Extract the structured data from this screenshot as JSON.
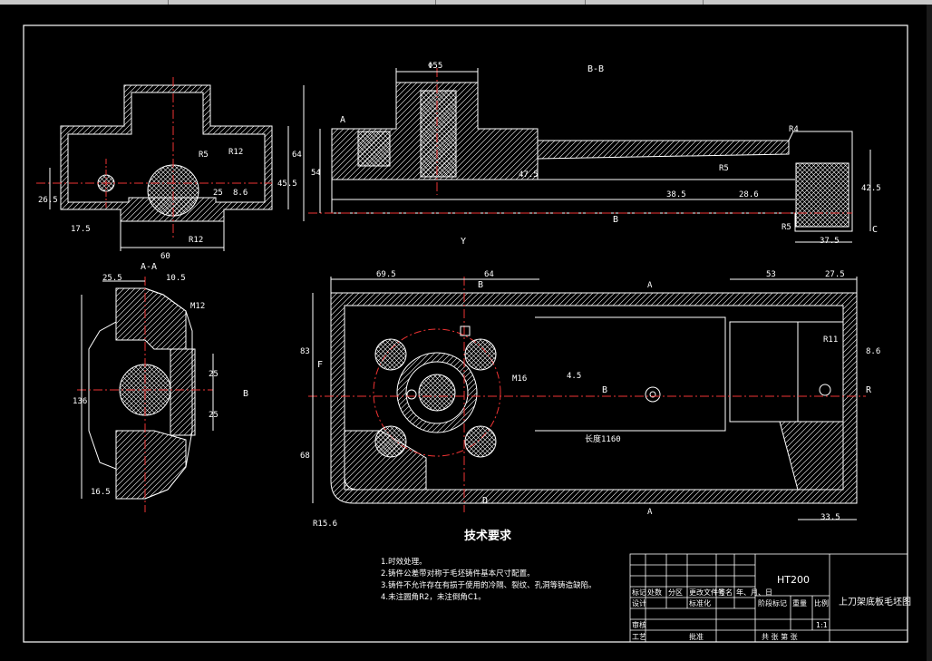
{
  "views": {
    "section_aa": {
      "label": "A-A",
      "dims": [
        "25",
        "R12",
        "R5",
        "45.5",
        "64",
        "8.6",
        "60",
        "R12",
        "26.5",
        "17.5"
      ]
    },
    "section_bb": {
      "label": "B-B",
      "dims": [
        "Φ55",
        "A",
        "R4",
        "47.5",
        "54",
        "38.5",
        "28.6",
        "R5",
        "R5",
        "42.5",
        "37.5",
        "C",
        "B",
        "54"
      ]
    },
    "side_view": {
      "dims": [
        "25.5",
        "10.5",
        "M12",
        "25",
        "25",
        "136",
        "16.5"
      ],
      "marker": "B"
    },
    "plan_view": {
      "dims": [
        "69.5",
        "64",
        "53",
        "27.5",
        "B",
        "A",
        "83",
        "F",
        "R11",
        "8.6",
        "4.5",
        "R",
        "M16",
        "68",
        "R15.6",
        "D",
        "A",
        "33.5",
        "Y"
      ],
      "note": "长度1160",
      "section_marker": "B"
    }
  },
  "tech_req": {
    "heading": "技术要求",
    "items": [
      "1.时效处理。",
      "2.铸件公差带对称于毛坯铸件基本尺寸配置。",
      "3.铸件不允许存在有损于使用的冷隔、裂纹、孔洞等铸造缺陷。",
      "4.未注圆角R2，未注倒角C1。"
    ]
  },
  "title_block": {
    "material": "HT200",
    "title": "上刀架底板毛坯图",
    "row_labels": [
      "标记",
      "处数",
      "分区",
      "更改文件号",
      "签名",
      "年、月、日"
    ],
    "design": "设计",
    "standard": "标准化",
    "review": "审核",
    "process": "工艺",
    "approve": "批准",
    "stage": "阶段标记",
    "weight": "重量",
    "scale": "比例",
    "scale_value": "1:1",
    "sheet": "共  张  第  张"
  }
}
